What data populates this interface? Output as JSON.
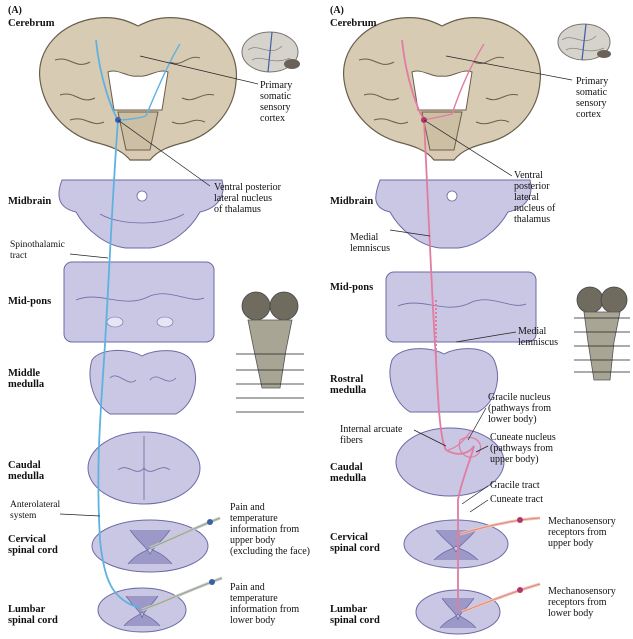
{
  "colors": {
    "brain_fill": "#d8cbb4",
    "brain_edge": "#6b5e4a",
    "section_fill": "#c9c7e3",
    "section_edge": "#6c6aa6",
    "pathway_left": "#5fb2e0",
    "pathway_right": "#e27ca0",
    "receptor": "#f0c9a5"
  },
  "panels": [
    {
      "tag": "(A)",
      "levels": [
        "Cerebrum",
        "Midbrain",
        "Mid-pons",
        "Middle\nmedulla",
        "Caudal\nmedulla",
        "Cervical\nspinal cord",
        "Lumbar\nspinal cord"
      ],
      "labels": {
        "cortex": "Primary\nsomatic\nsensory\ncortex",
        "thalamus": "Ventral posterior\nlateral nucleus\nof thalamus",
        "spinothalamic": "Spinothalamic\ntract",
        "anterolateral": "Anterolateral\nsystem",
        "upper": "Pain and\ntemperature\ninformation from\nupper body\n(excluding the face)",
        "lower": "Pain and\ntemperature\ninformation from\nlower body"
      }
    },
    {
      "tag": "(A)",
      "levels": [
        "Cerebrum",
        "Midbrain",
        "Mid-pons",
        "Rostral\nmedulla",
        "Caudal\nmedulla",
        "Cervical\nspinal cord",
        "Lumbar\nspinal cord"
      ],
      "labels": {
        "cortex": "Primary\nsomatic\nsensory\ncortex",
        "thalamus": "Ventral\nposterior\nlateral\nnucleus of\nthalamus",
        "medial_lemniscus_1": "Medial\nlemniscus",
        "medial_lemniscus_2": "Medial\nlemniscus",
        "gracile_nucleus": "Gracile nucleus\n(pathways from\nlower body)",
        "internal_arcuate": "Internal arcuate\nfibers",
        "cuneate_nucleus": "Cuneate nucleus\n(pathways from\nupper body)",
        "gracile_tract": "Gracile tract",
        "cuneate_tract": "Cuneate tract",
        "upper": "Mechanosensory\nreceptors from\nupper body",
        "lower": "Mechanosensory\nreceptors from\nlower body"
      }
    }
  ]
}
